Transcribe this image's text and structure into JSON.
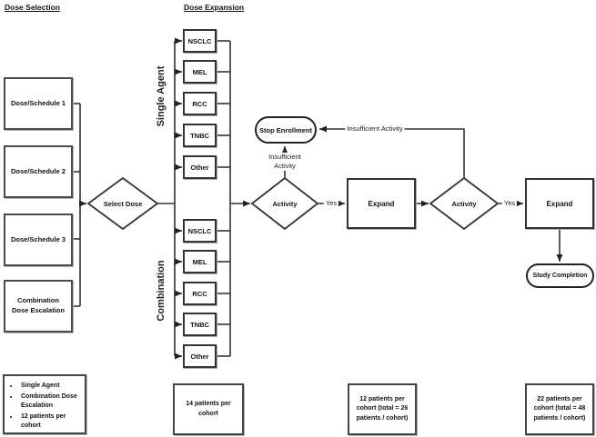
{
  "colors": {
    "line": "#333333",
    "text": "#111111",
    "background": "#ffffff"
  },
  "headers": {
    "dose_selection": "Dose Selection",
    "dose_expansion": "Dose Expansion"
  },
  "dose_selection": {
    "box1": "Dose/Schedule 1",
    "box2": "Dose/Schedule 2",
    "box3": "Dose/Schedule 3",
    "box4": "Combination Dose Escalation"
  },
  "expansion": {
    "single_agent_label": "Single Agent",
    "combination_label": "Combination",
    "single_agent_cohorts": [
      "NSCLC",
      "MEL",
      "RCC",
      "TNBC",
      "Other"
    ],
    "combination_cohorts": [
      "NSCLC",
      "MEL",
      "RCC",
      "TNBC",
      "Other"
    ]
  },
  "flow": {
    "select_dose": "Select Dose",
    "activity_1": "Activity",
    "yes_1": "Yes",
    "expand_1": "Expand",
    "activity_2": "Activity",
    "yes_2": "Yes",
    "expand_2": "Expand",
    "stop_enrollment": "Stop Enrollment",
    "study_completion": "Study Completion",
    "insufficient_activity_up": "Insufficient Activity",
    "insufficient_activity_right": "Insufficient Activity"
  },
  "notes": {
    "bullets": [
      "Single Agent",
      "Combination Dose Escalation",
      "12 patients per cohort"
    ],
    "expansion_cohort_size": "14 patients per cohort",
    "expand_1_size": "12 patients per cohort (total = 26 patients / cohort)",
    "expand_2_size": "22 patients per cohort (total = 48 patients / cohort)"
  }
}
